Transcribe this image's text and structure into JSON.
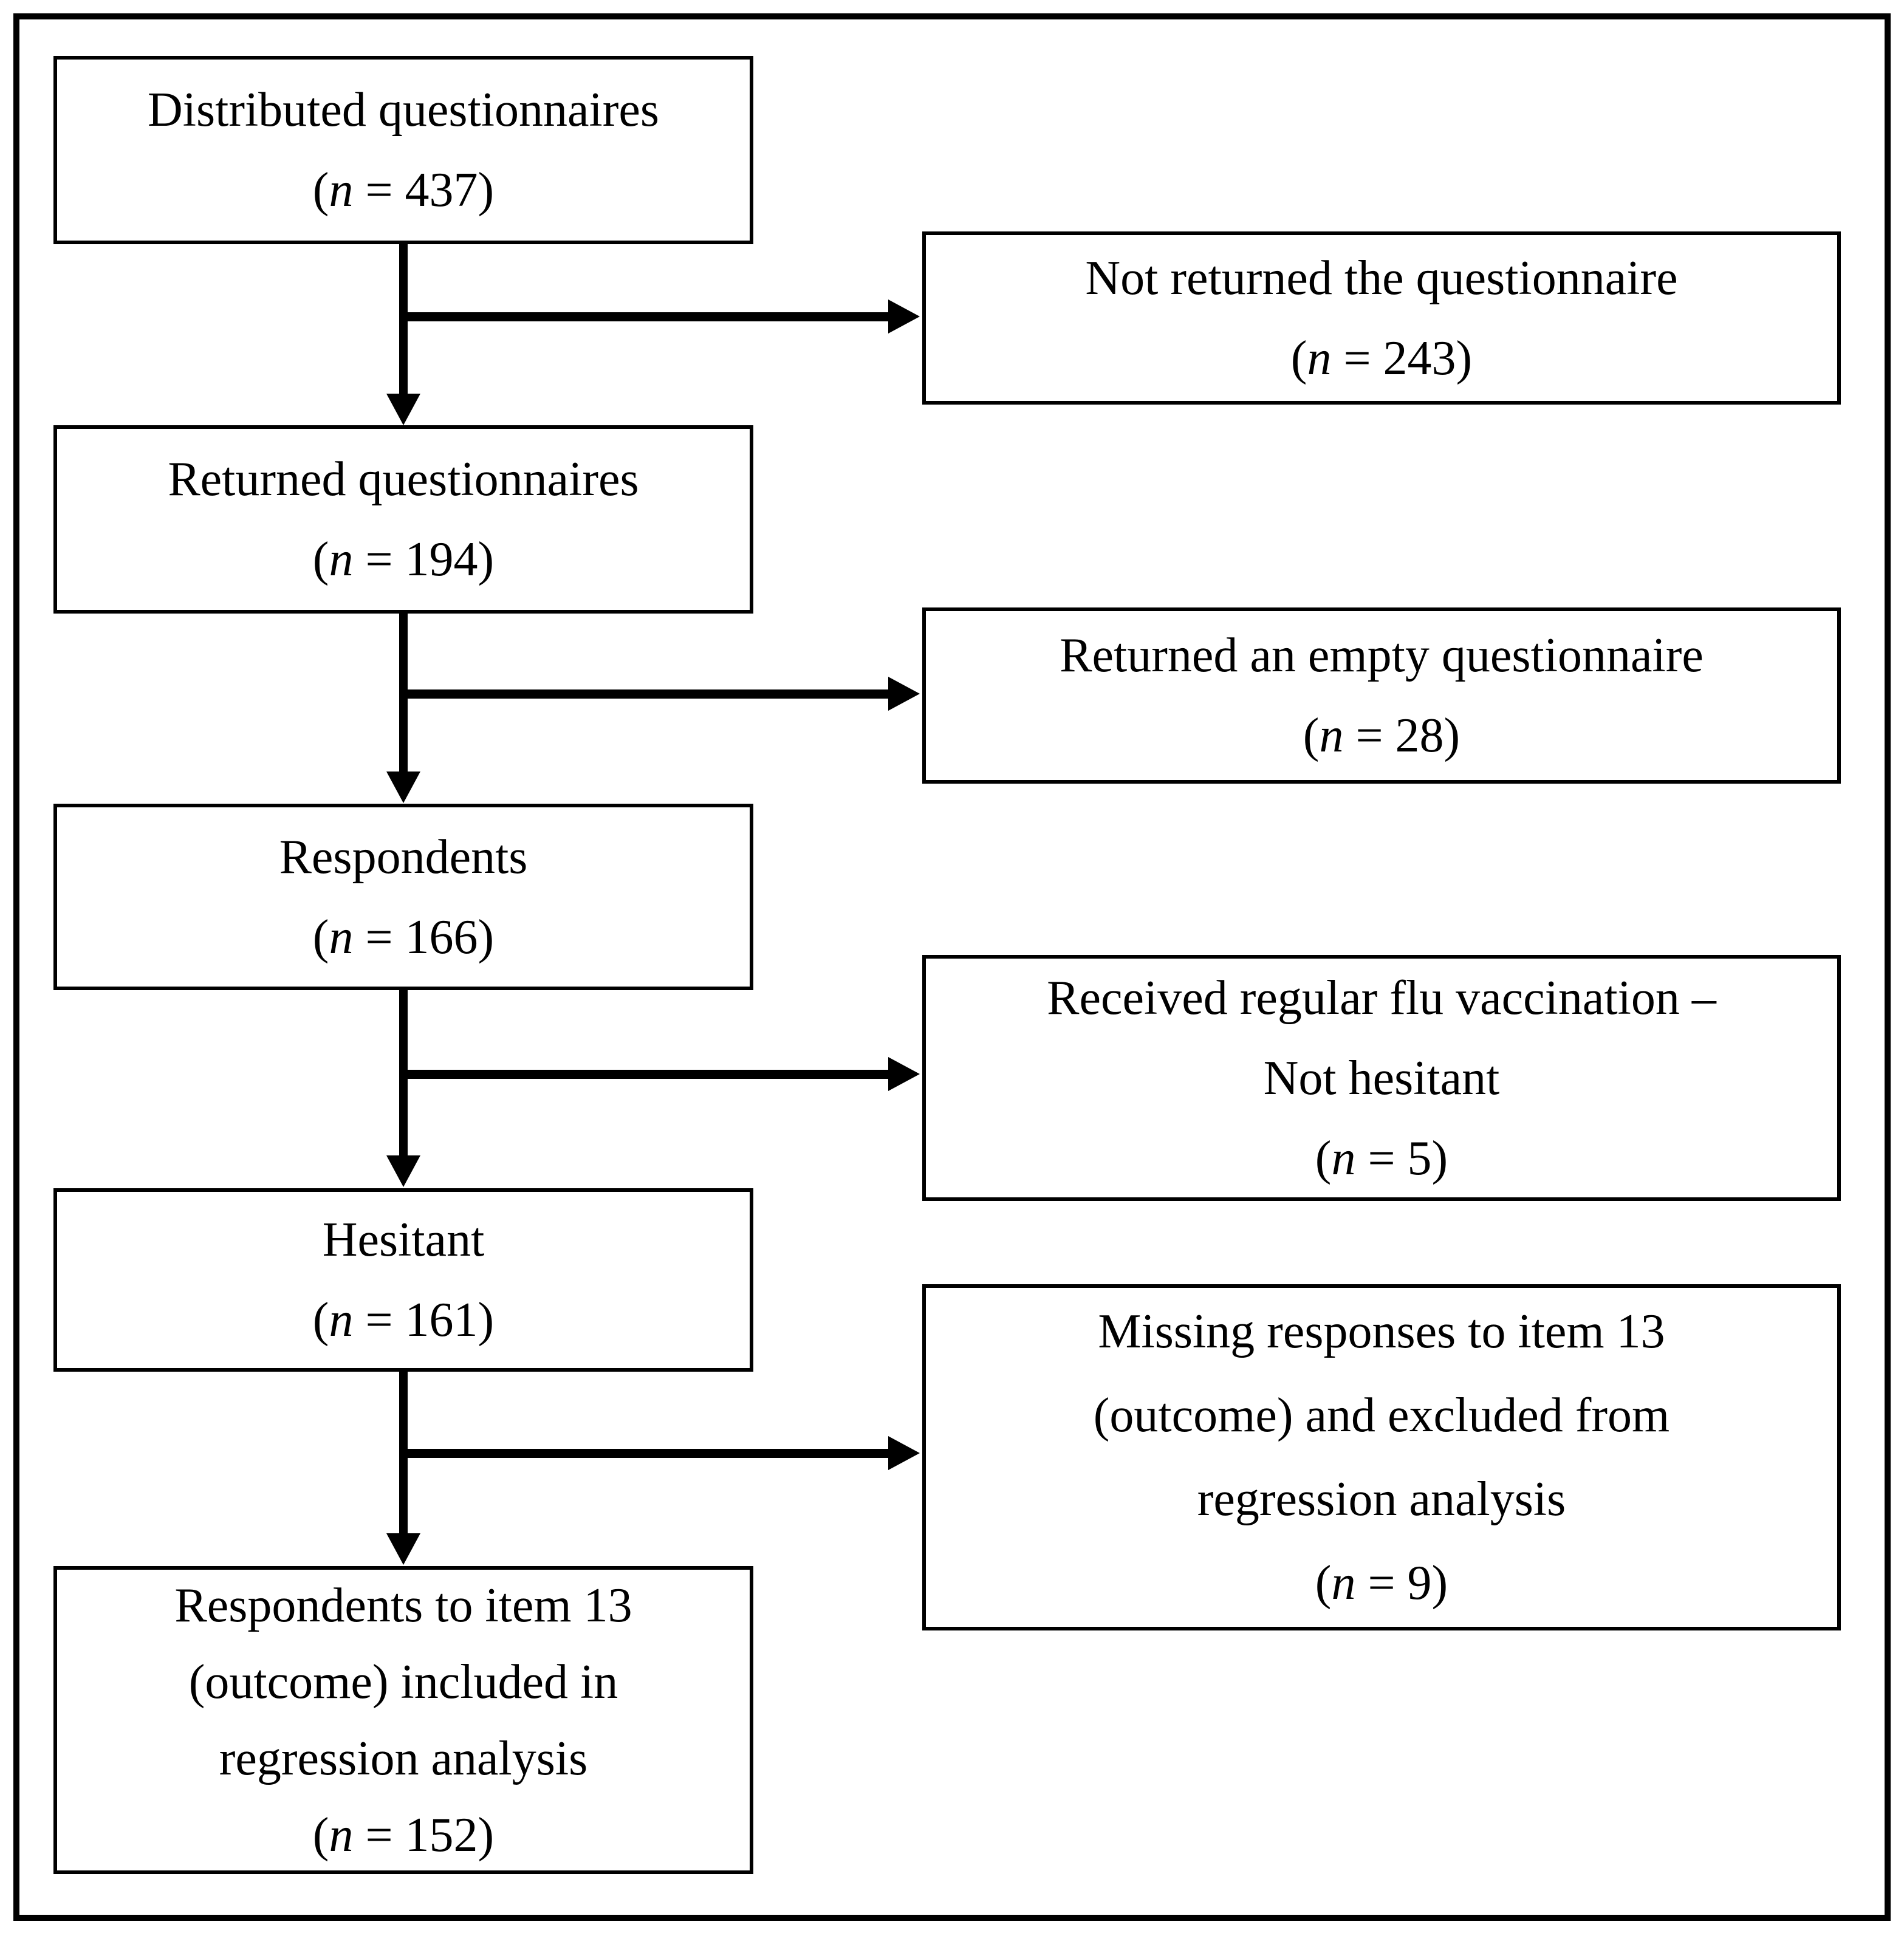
{
  "flow": {
    "left_boxes": [
      {
        "name": "distributed-questionnaires",
        "lines": [
          "Distributed questionnaires"
        ],
        "n": {
          "pre": "(",
          "it": "n",
          "post": " = 437)"
        }
      },
      {
        "name": "returned-questionnaires",
        "lines": [
          "Returned questionnaires"
        ],
        "n": {
          "pre": "(",
          "it": "n",
          "post": " = 194)"
        }
      },
      {
        "name": "respondents",
        "lines": [
          "Respondents"
        ],
        "n": {
          "pre": "(",
          "it": "n",
          "post": " = 166)"
        }
      },
      {
        "name": "hesitant",
        "lines": [
          "Hesitant"
        ],
        "n": {
          "pre": "(",
          "it": "n",
          "post": " = 161)"
        }
      },
      {
        "name": "respondents-item-13-included",
        "lines": [
          "Respondents to item 13",
          "(outcome) included in",
          "regression analysis"
        ],
        "n": {
          "pre": "(",
          "it": "n",
          "post": " = 152)"
        }
      }
    ],
    "right_boxes": [
      {
        "name": "not-returned-questionnaire",
        "lines": [
          "Not returned the questionnaire"
        ],
        "n": {
          "pre": "(",
          "it": "n",
          "post": " = 243)"
        }
      },
      {
        "name": "returned-empty-questionnaire",
        "lines": [
          "Returned an empty questionnaire"
        ],
        "n": {
          "pre": "(",
          "it": "n",
          "post": " = 28)"
        }
      },
      {
        "name": "received-regular-flu-vaccination-not-hesitant",
        "lines": [
          "Received regular flu vaccination –",
          "Not hesitant"
        ],
        "n": {
          "pre": "(",
          "it": "n",
          "post": " = 5)"
        }
      },
      {
        "name": "missing-responses-item-13-excluded",
        "lines": [
          "Missing responses to item 13",
          "(outcome) and excluded from",
          "regression analysis"
        ],
        "n": {
          "pre": "(",
          "it": "n",
          "post": " = 9)"
        }
      }
    ]
  }
}
